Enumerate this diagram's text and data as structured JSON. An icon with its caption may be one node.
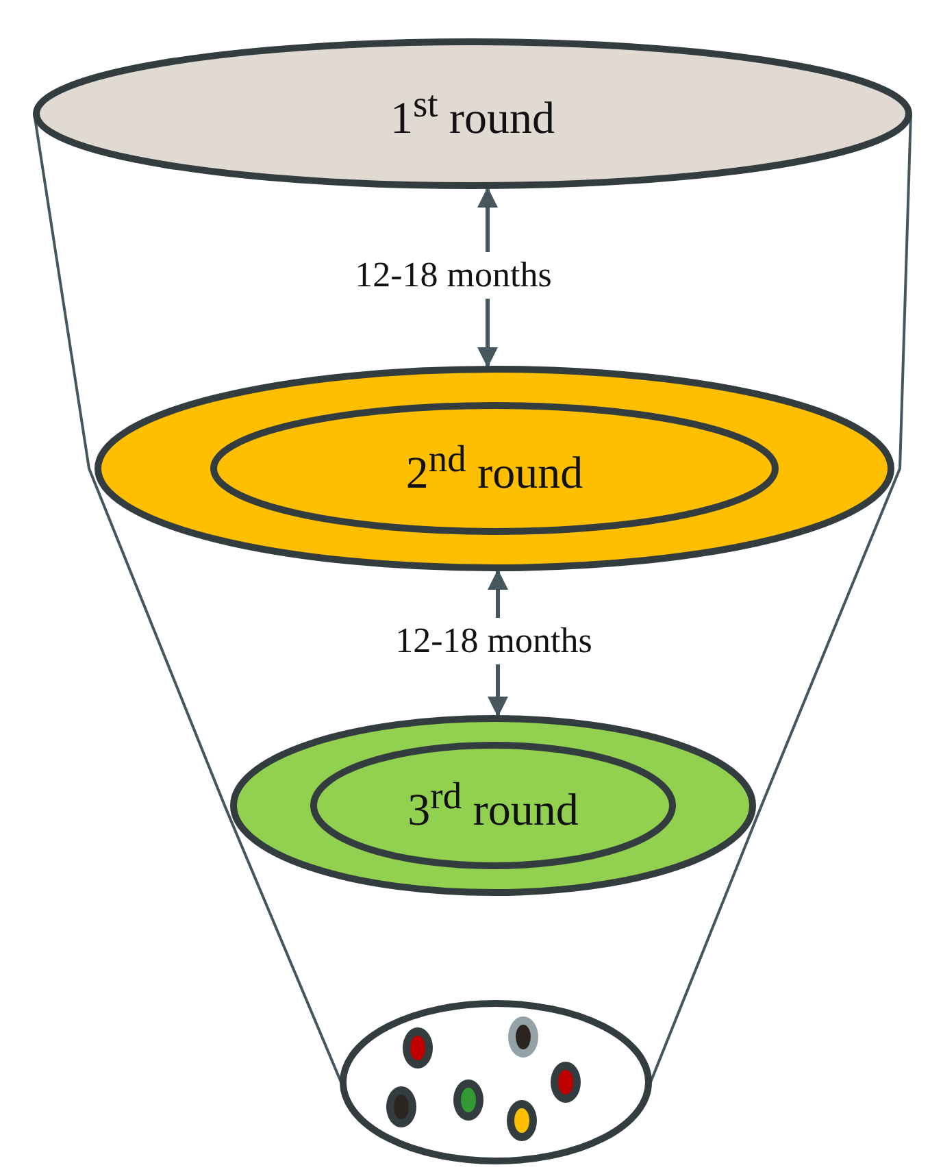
{
  "diagram": {
    "nodes": [
      {
        "text": [
          "1$^{st}$ round"
        ]
      },
      {
        "text": [
          "2$^{nd}$ round"
        ]
      },
      {
        "text": [
          "3$^{rd}$ round"
        ]
      },
      {
        "text": [],
        "shape": "circle"
      }
    ],
    "edges": [
      {
        "from": 0,
        "to": 1,
        "arrow": "both",
        "label": "12-18 months"
      },
      {
        "from": 1,
        "to": 2,
        "arrow": "both",
        "label": "12-18 months"
      },
      {
        "from": 0,
        "to": 3,
        "arrow": "none"
      },
      {
        "from": 0,
        "to": 3,
        "arrow": "none"
      }
    ]
  }
}
